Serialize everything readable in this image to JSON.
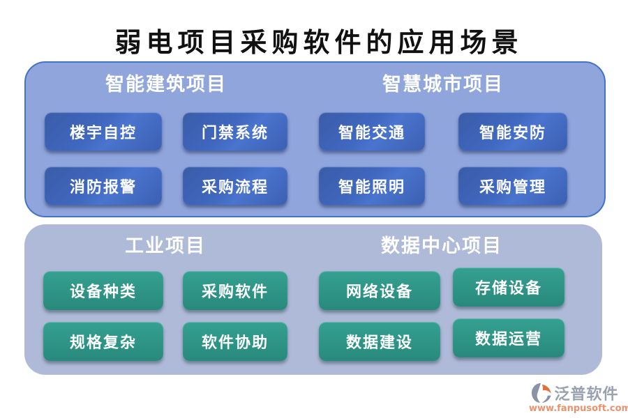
{
  "title": "弱电项目采购软件的应用场景",
  "panels": [
    {
      "groups": [
        {
          "header": "智能建筑项目",
          "buttons": [
            "楼宇自控",
            "门禁系统",
            "消防报警",
            "采购流程"
          ]
        },
        {
          "header": "智慧城市项目",
          "buttons": [
            "智能交通",
            "智能安防",
            "智能照明",
            "采购管理"
          ]
        }
      ]
    },
    {
      "groups": [
        {
          "header": "工业项目",
          "buttons": [
            "设备种类",
            "采购软件",
            "规格复杂",
            "软件协助"
          ]
        },
        {
          "header": "数据中心项目",
          "buttons": [
            "网络设备",
            "存储设备",
            "数据建设",
            "数据运营"
          ]
        }
      ]
    }
  ],
  "footer": {
    "brand": "泛普软件",
    "url": "www.fanpusoft.com"
  },
  "colors": {
    "title_color": "#111111",
    "top_panel_bg": "#8FA5DC",
    "top_panel_border": "#4472C4",
    "bottom_panel_bg": "#AFBAD8",
    "blue_chip": "#4068C0",
    "green_chip": "#2E9485",
    "header_text": "#FFFFFF",
    "brand_gray": "#98A1AD",
    "url_orange": "#E8926E"
  }
}
